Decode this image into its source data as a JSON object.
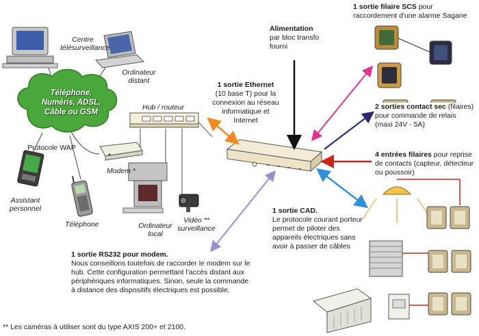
{
  "cloud": {
    "line1": "Téléphone,",
    "line2": "Numéris, ADSL,",
    "line3": "Câble ou GSM"
  },
  "labels": {
    "centre_line1": "Centre",
    "centre_line2": "télésurveillance",
    "ordinateur_distant_line1": "Ordinateur",
    "ordinateur_distant_line2": "distant",
    "protocole_wap": "Protocole WAP",
    "hub": "Hub / routeur",
    "modem": "Modem *",
    "assistant_line1": "Assistant",
    "assistant_line2": "personnel",
    "telephone": "Téléphone",
    "ordinateur_local_line1": "Ordinateur",
    "ordinateur_local_line2": "local",
    "video_line1": "Vidéo **",
    "video_line2": "surveillance"
  },
  "alimentation": {
    "title": "Alimentation",
    "line1": "par bloc transfo",
    "line2": "fourni"
  },
  "ethernet": {
    "title": "1 sortie Ethernet",
    "line1": "(10 base T) pour la",
    "line2": "connexion au réseau",
    "line3": "informatique et Internet"
  },
  "scs": {
    "title": "1 sortie filaire SCS",
    "title_suffix": " pour",
    "line1": "raccordement d'une alarme Sagane"
  },
  "contact_sec": {
    "title": "2 sorties contact sec",
    "title_suffix": " (filaires)",
    "line1": "pour commande de relais",
    "line2": "(maxi 24V - 5A)"
  },
  "entrees": {
    "title": "4 entrées filaires",
    "title_suffix": " pour reprise",
    "line1": "de contacts (capteur, détecteur",
    "line2": "ou poussoir)"
  },
  "cad": {
    "title": "1 sortie CAD.",
    "line1": "Le protocole courant porteur",
    "line2": "permet de piloter des",
    "line3": "appareils électriques sans",
    "line4": "avoir à passer de câbles"
  },
  "rs232": {
    "title": "1 sortie RS232 pour modem.",
    "line1": "Nous conseillons toutefois de raccorder le modem sur le",
    "line2": "hub. Cette configuration permettant l'accès distant aux",
    "line3": "périphériques informatiques. Sinon, seule la commande",
    "line4": "à distance des dispositifs électriques est possible."
  },
  "footnote": "** Les caméras à utiliser sont du type AXIS 200+ et 2100.",
  "colors": {
    "cloud": "#4aa83a",
    "ethernet_arrow": "#f08a24",
    "scs_arrow": "#e0358f",
    "contact_arrow": "#2a2870",
    "entrees_arrow": "#c8241e",
    "cad_arrow": "#2f8fd8",
    "rs232_arrow": "#9b8fd0"
  }
}
